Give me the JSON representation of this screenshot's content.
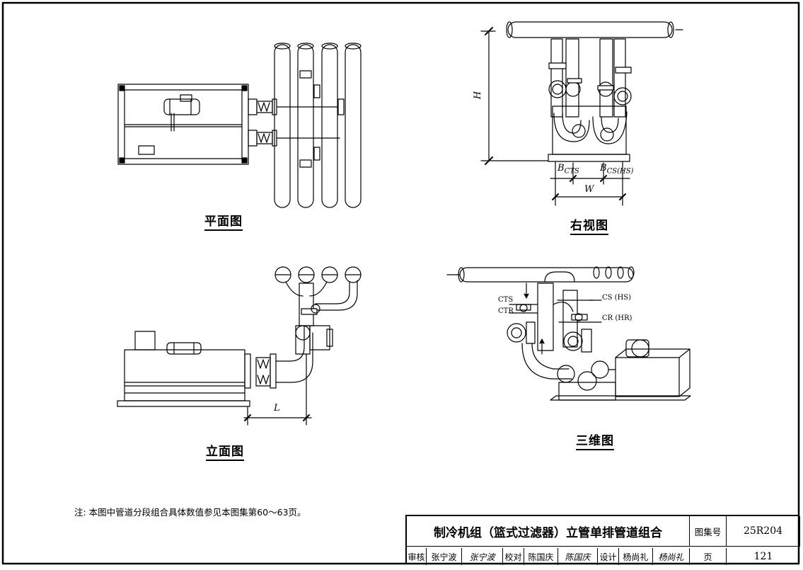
{
  "views": {
    "plan": "平面图",
    "right": "右视图",
    "elevation": "立面图",
    "iso": "三维图"
  },
  "dims": {
    "H": "H",
    "W": "W",
    "L": "L",
    "B": "B",
    "cts_sub": "CTS",
    "cshs_sub": "CS(HS)"
  },
  "pipe_tags": {
    "cts": "CTS",
    "ctr": "CTR",
    "cs": "CS (HS)",
    "cr": "CR (HR)"
  },
  "note": "注: 本图中管道分段组合具体数值参见本图集第60～63页。",
  "title_block": {
    "title": "制冷机组（篮式过滤器）立管单排管道组合",
    "atlas_label": "图集号",
    "atlas_no": "25R204",
    "page_label": "页",
    "page_no": "121",
    "review_label": "审核",
    "reviewer": "张宁波",
    "reviewer_sig": "张宁波",
    "check_label": "校对",
    "checker": "陈国庆",
    "checker_sig": "陈国庆",
    "design_label": "设计",
    "designer": "杨尚礼",
    "designer_sig": "杨尚礼"
  }
}
